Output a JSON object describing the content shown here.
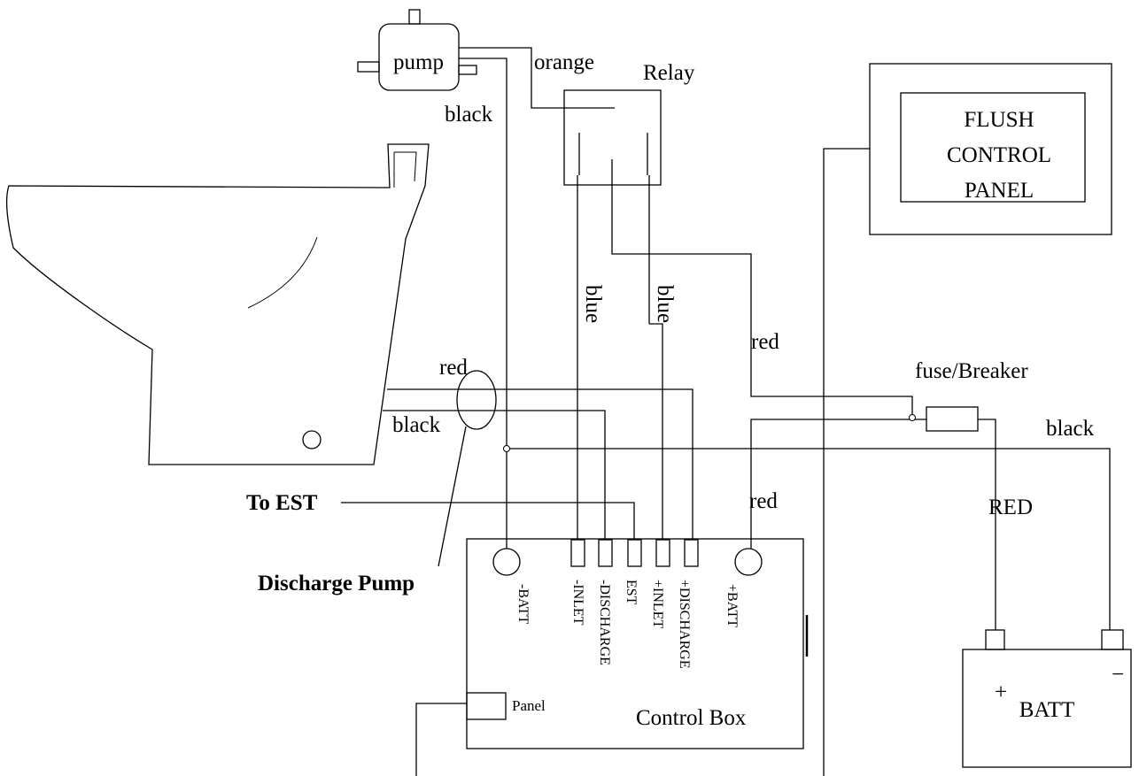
{
  "components": {
    "pump": "pump",
    "relay": "Relay",
    "flush_panel": [
      "FLUSH",
      "CONTROL",
      "PANEL"
    ],
    "fuse": "fuse/Breaker",
    "battery": "BATT",
    "battery_plus": "+",
    "battery_minus": "−",
    "control_box": "Control Box",
    "panel_port": "Panel"
  },
  "wire_labels": {
    "orange": "orange",
    "black_pump": "black",
    "blue_left": "blue",
    "blue_right": "blue",
    "red_relay": "red",
    "red_toilet": "red",
    "black_toilet": "black",
    "black_batt": "black",
    "red_batt_box": "red",
    "red_batt": "RED"
  },
  "callouts": {
    "to_est": "To EST",
    "discharge_pump": "Discharge Pump"
  },
  "terminals": [
    "-BATT",
    "-INLET",
    "-DISCHARGE",
    "EST",
    "+INLET",
    "+DISCHARGE",
    "+BATT"
  ]
}
